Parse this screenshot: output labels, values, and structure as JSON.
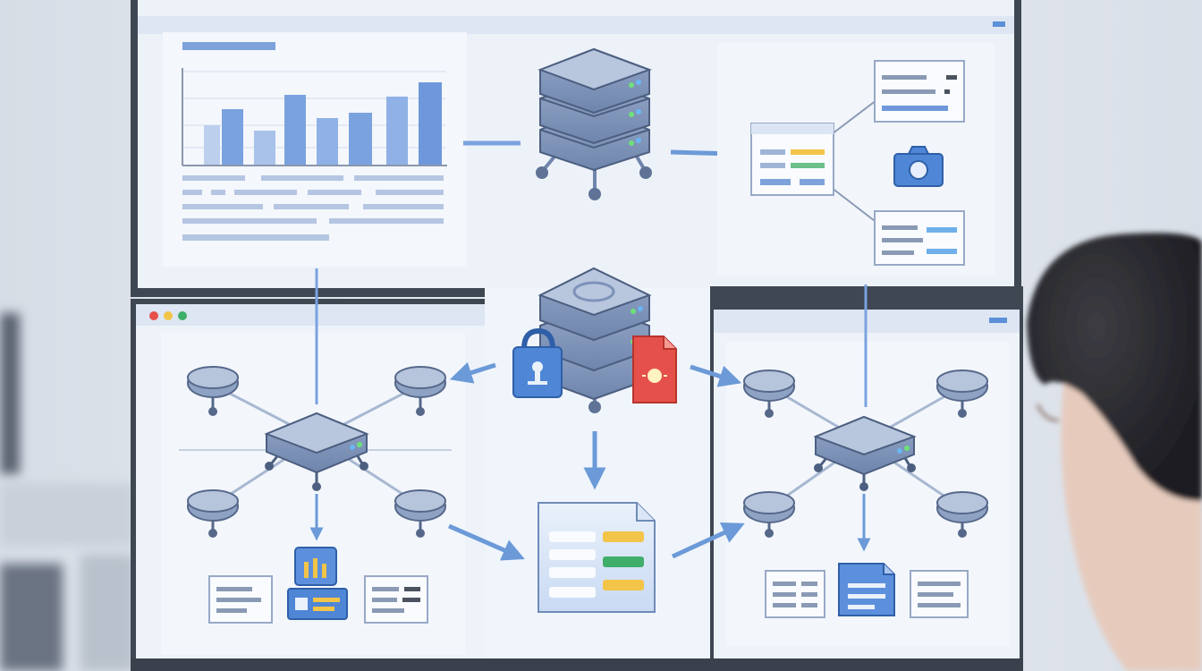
{
  "scene": {
    "description_free": true,
    "colors": {
      "wall": "#e3e8ef",
      "screen": "#eef3fa",
      "bezel": "#4b5360",
      "accent_blue": "#5b8fd8",
      "line_blue": "#6c9ad8",
      "server_body": "#8ea2c4",
      "server_top": "#aebcd6",
      "yellow": "#f2c448",
      "green": "#3fae6a",
      "red": "#e5514a",
      "hair": "#2b2b30",
      "skin": "#e8cfc1"
    },
    "window_controls": [
      "red",
      "yellow",
      "green"
    ],
    "icons": [
      "bar-chart-icon",
      "server-stack-icon",
      "lock-icon",
      "document-icon",
      "camera-icon",
      "router-icon",
      "node-icon"
    ]
  }
}
